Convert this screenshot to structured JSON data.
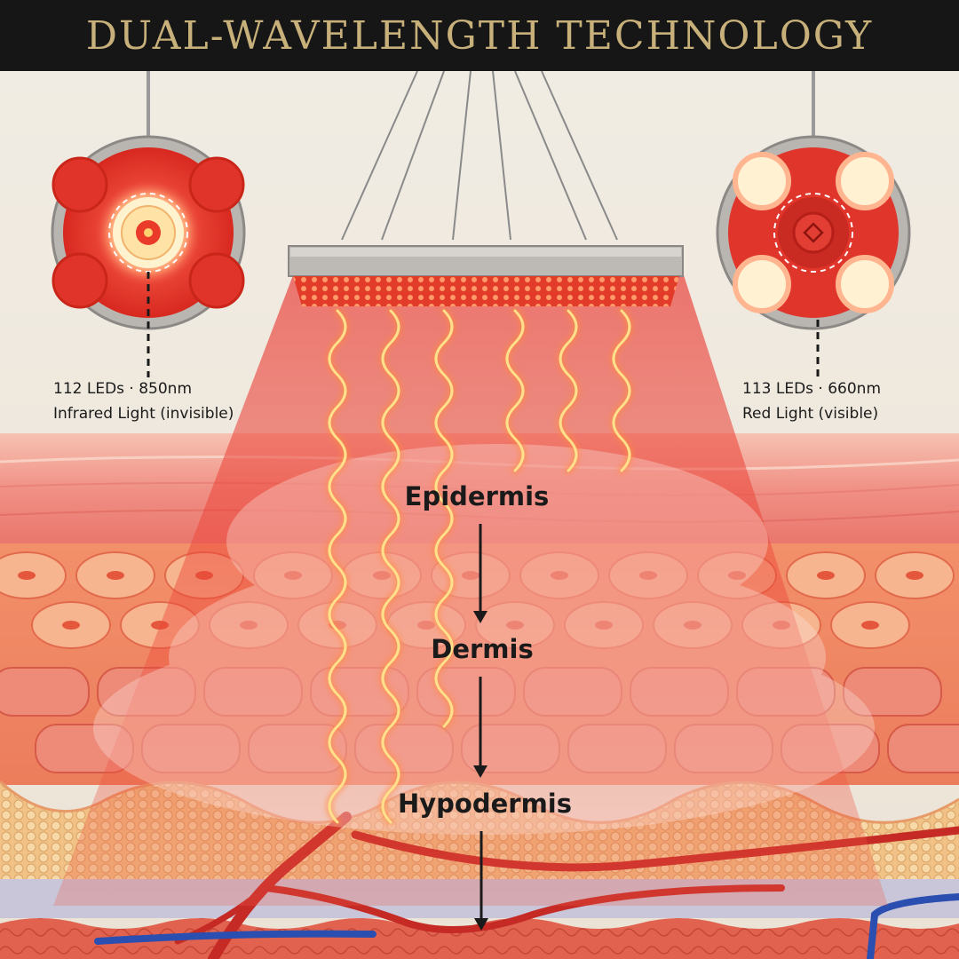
{
  "header": {
    "title": "DUAL-WAVELENGTH TECHNOLOGY"
  },
  "left_callout": {
    "line1": "112 LEDs · 850nm",
    "line2": "Infrared Light (invisible)"
  },
  "right_callout": {
    "line1": "113 LEDs · 660nm",
    "line2": "Red Light (visible)"
  },
  "layers": {
    "epidermis": "Epidermis",
    "dermis": "Dermis",
    "hypodermis": "Hypodermis"
  },
  "icons": {
    "left_lens": "infrared-led-magnifier-icon",
    "right_lens": "red-led-magnifier-icon",
    "panel": "led-panel-icon",
    "arrow": "arrow-down-icon"
  },
  "colors": {
    "header_bg": "#161616",
    "title_gold": "#c8b07a",
    "beam_red": "#e8322c",
    "wave_glow": "#ffd36a"
  }
}
